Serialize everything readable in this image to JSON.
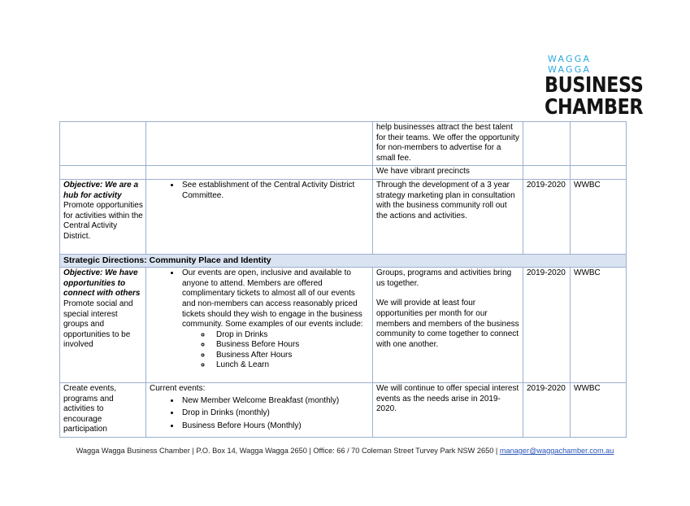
{
  "logo": {
    "top": "WAGGA WAGGA",
    "line1": "BUSINESS",
    "line2": "CHAMBER"
  },
  "row0": {
    "col3": "help businesses attract the best talent for their teams.  We offer the opportunity for non-members to advertise for a small fee."
  },
  "row_sub": {
    "col3": "We have vibrant precincts"
  },
  "row1": {
    "objective": "Objective: We are a hub for activity",
    "desc": "Promote opportunities for activities within the Central Activity District.",
    "bullets": [
      "See establishment of the Central Activity District Committee."
    ],
    "col3": "Through the development of a 3 year strategy marketing plan in consultation with the business community roll out the actions and activities.",
    "timeframe": "2019-2020",
    "lead": "WWBC"
  },
  "section": {
    "title": "Strategic Directions: Community Place and Identity"
  },
  "row2": {
    "objective": "Objective: We have opportunities to connect with others",
    "desc": "Promote social and special interest groups and opportunities to be involved",
    "bullet": "Our events are open, inclusive and available to anyone to attend.  Members are offered complimentary tickets to almost all of our events and non-members can access reasonably priced tickets should they wish to engage in the business community.  Some examples of our events include:",
    "sub": [
      "Drop in Drinks",
      "Business Before Hours",
      "Business After Hours",
      "Lunch & Learn"
    ],
    "col3_p1": "Groups, programs and activities bring us together.",
    "col3_p2": "We will provide at least four opportunities per month for our members and members of the business community to come together to connect with one another.",
    "timeframe": "2019-2020",
    "lead": "WWBC"
  },
  "row3": {
    "col1": "Create events, programs and activities to encourage participation",
    "intro": "Current events:",
    "bullets": [
      "New Member Welcome Breakfast (monthly)",
      "Drop in Drinks (monthly)",
      "Business Before Hours (Monthly)"
    ],
    "col3": "We will continue to offer special interest events as the needs arise in 2019-2020.",
    "timeframe": "2019-2020",
    "lead": "WWBC"
  },
  "footer": {
    "text": "Wagga Wagga Business Chamber | P.O. Box 14, Wagga Wagga 2650 | Office: 66 / 70 Coleman Street Turvey Park NSW 2650 | ",
    "email": "manager@waggachamber.com.au"
  }
}
